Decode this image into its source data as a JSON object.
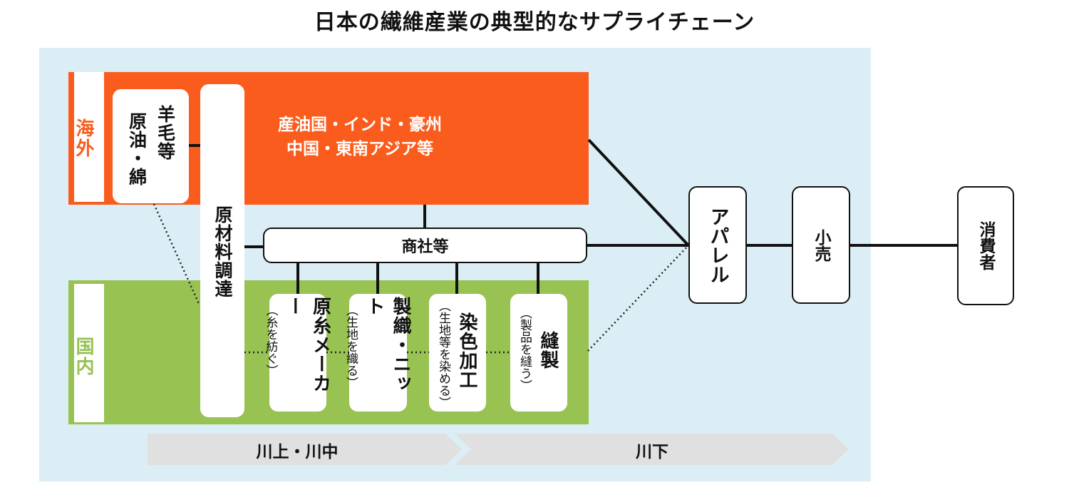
{
  "title": "日本の繊維産業の典型的なサプライチェーン",
  "regions": {
    "overseas": {
      "label": "海外",
      "countries": [
        "産油国・インド・豪州",
        "中国・東南アジア等"
      ]
    },
    "domestic": {
      "label": "国内"
    }
  },
  "nodes": {
    "raw_overseas": {
      "col1": "羊毛等",
      "col2": "原油・綿"
    },
    "procurement": "原材料調達",
    "trading": "商社等",
    "yarn_maker": {
      "name": "原糸メーカー",
      "desc": "（糸を紡ぐ）"
    },
    "weaving": {
      "name": "製織・ニット",
      "desc": "（生地を織る）"
    },
    "dyeing": {
      "name": "染色加工",
      "desc": "（生地等を染める）"
    },
    "sewing": {
      "name": "縫製",
      "desc": "（製品を縫う）"
    },
    "apparel": "アパレル",
    "retail": "小売",
    "consumer": "消費者"
  },
  "stream_arrows": {
    "upstream": "川上・川中",
    "downstream": "川下"
  },
  "colors": {
    "background_panel": "#dbeef6",
    "overseas": "#fa5c1e",
    "domestic": "#98c251",
    "arrow": "#e0e0e0"
  }
}
